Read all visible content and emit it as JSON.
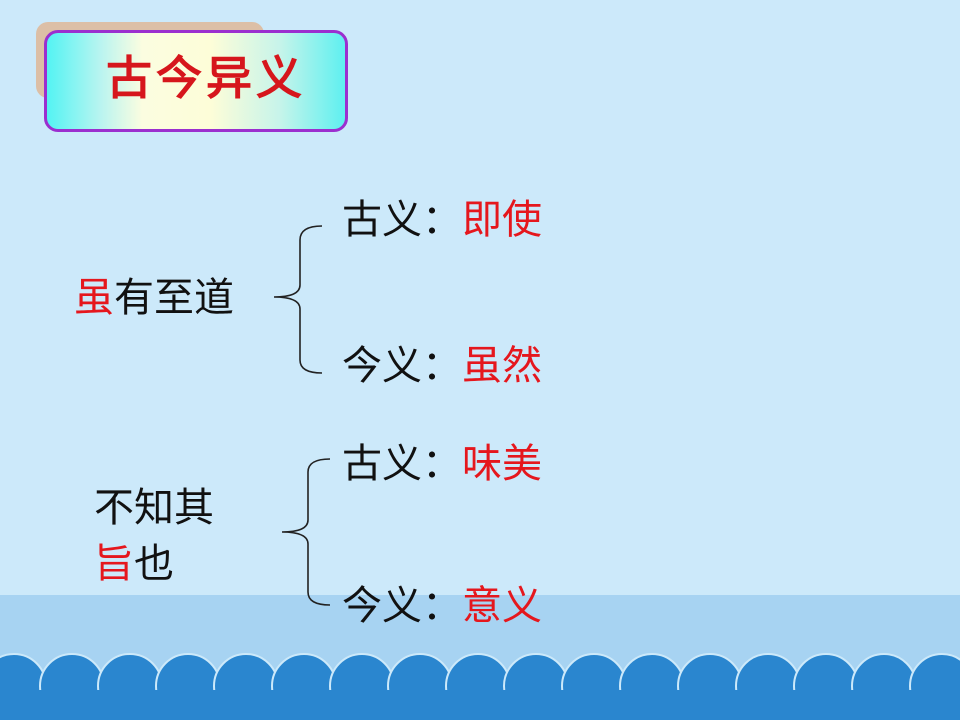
{
  "title": "古今异义",
  "groups": [
    {
      "phrase": [
        {
          "text": "虽",
          "highlight": true
        },
        {
          "text": "有至道",
          "highlight": false
        }
      ],
      "ancient_label": "古义：",
      "ancient_value": "即使",
      "modern_label": "今义：",
      "modern_value": "虽然"
    },
    {
      "phrase_line1": "不知其",
      "phrase_line2": [
        {
          "text": "旨",
          "highlight": true
        },
        {
          "text": "也",
          "highlight": false
        }
      ],
      "ancient_label": "古义：",
      "ancient_value": "味美",
      "modern_label": "今义：",
      "modern_value": "意义"
    }
  ],
  "colors": {
    "background": "#cce9fa",
    "highlight_text": "#e5171d",
    "title_text": "#d6161c",
    "title_border": "#9b2fcf",
    "wave": "#2a86cf"
  }
}
